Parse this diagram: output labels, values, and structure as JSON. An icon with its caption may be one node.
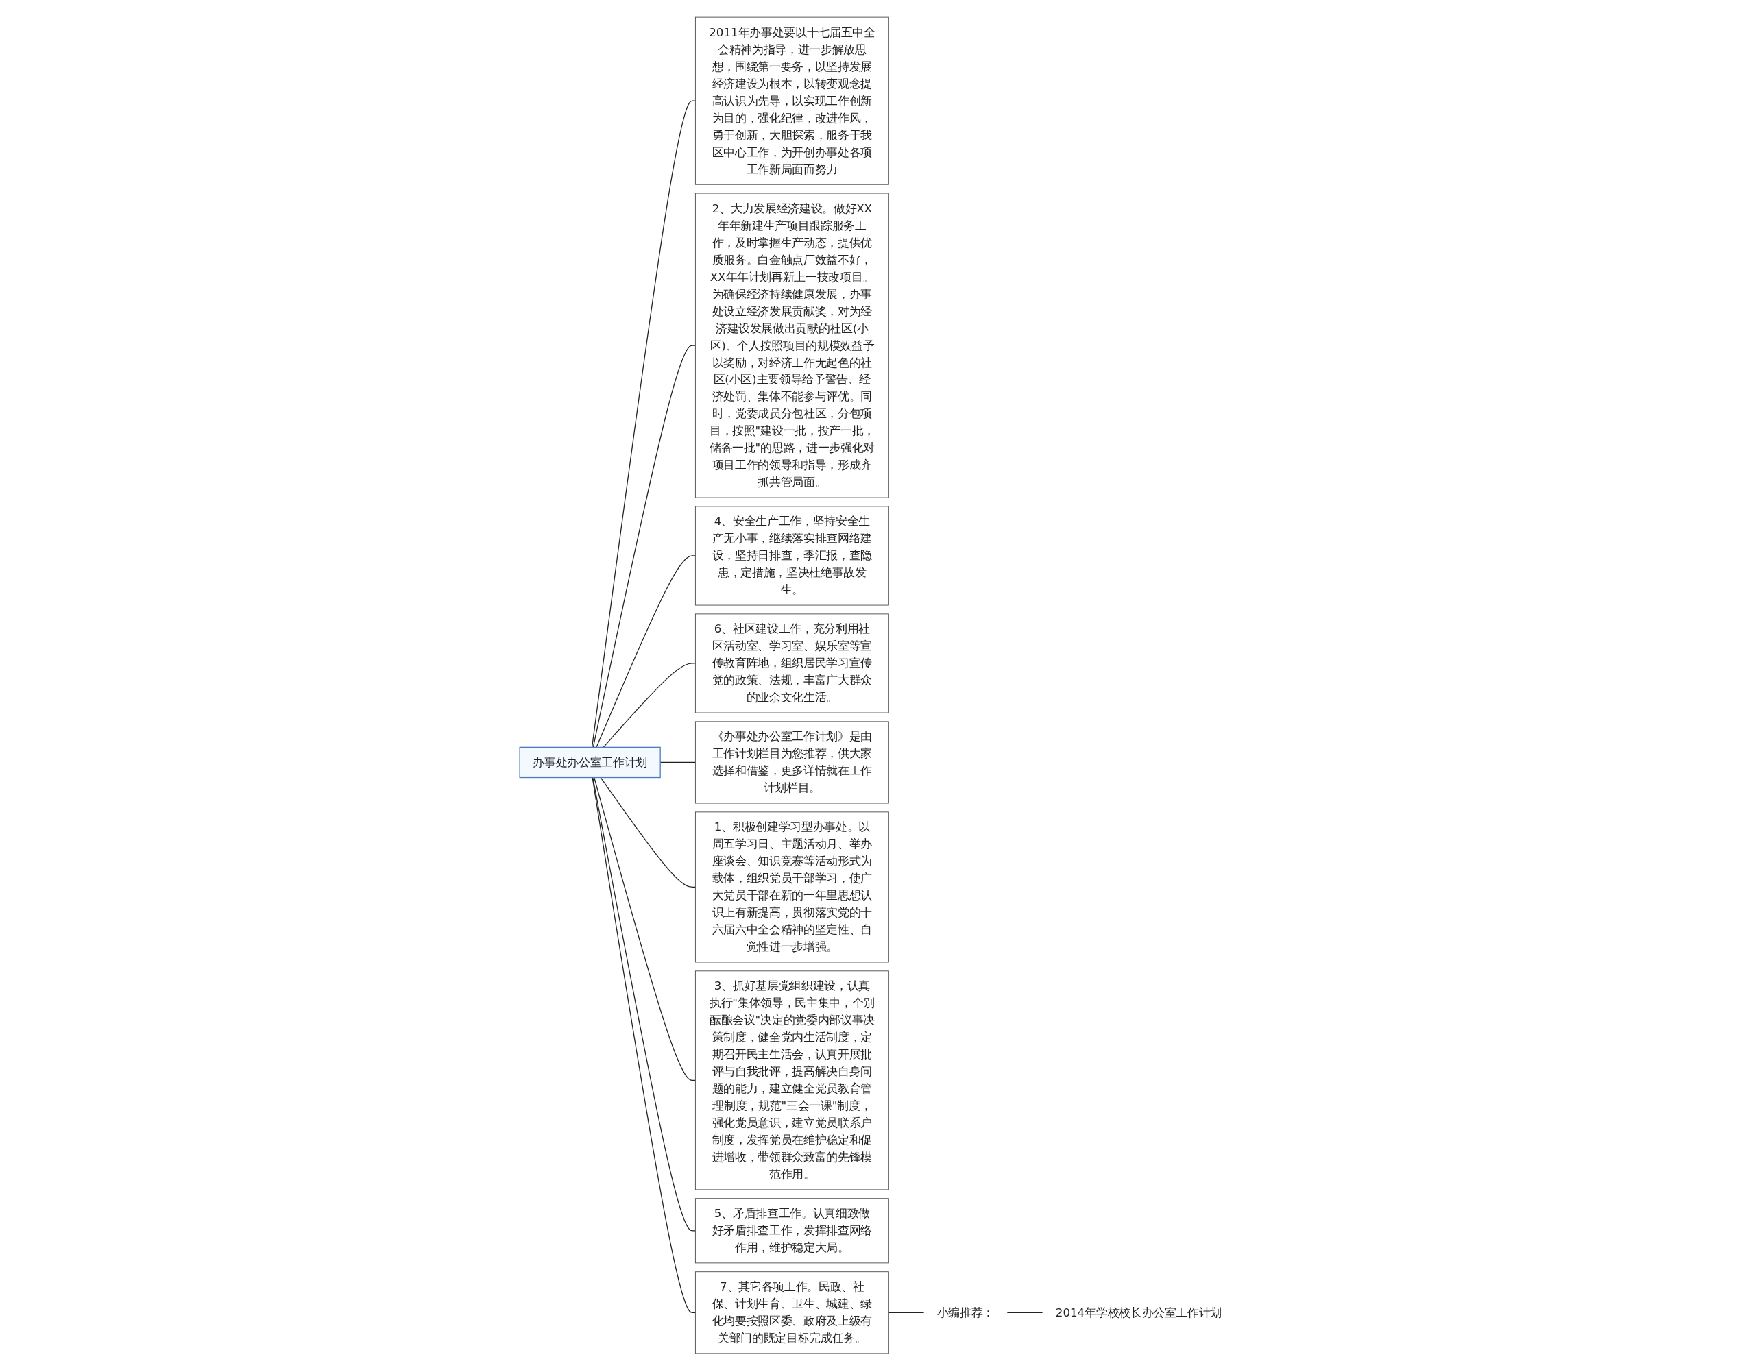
{
  "diagram": {
    "nodes": [
      {
        "text": [
          "办事处办公室工作计划"
        ]
      },
      {
        "text": [
          "2011年办事处要以十七届五中全会精神为指导，进一步解放思想，围绕第一要务，以坚持发展经济建设为根本，以转变观念提高认识为先导，以实现工作创新为目的，强化纪律，改进作风，勇于创新，大胆探索，服务于我区中心工作，为开创办事处各项工作新局面而努力"
        ]
      },
      {
        "text": [
          "2、大力发展经济建设。做好XX年年新建生产项目跟踪服务工作，及时掌握生产动态，提供优质服务。白金触点厂效益不好，XX年年计划再新上一技改项目。为确保经济持续健康发展，办事处设立经济发展贡献奖，对为经济建设发展做出贡献的社区(小区)、个人按照项目的规模效益予以奖励，对经济工作无起色的社区(小区)主要领导给予警告、经济处罚、集体不能参与评优。同时，党委成员分包社区，分包项目，按照\"建设一批，投产一批，储备一批\"的思路，进一步强化对项目工作的领导和指导，形成齐抓共管局面。"
        ]
      },
      {
        "text": [
          "4、安全生产工作，坚持安全生产无小事，继续落实排查网络建设，坚持日排查，季汇报，查隐患，定措施，坚决杜绝事故发生。"
        ]
      },
      {
        "text": [
          "6、社区建设工作，充分利用社区活动室、学习室、娱乐室等宣传教育阵地，组织居民学习宣传党的政策、法规，丰富广大群众的业余文化生活。"
        ]
      },
      {
        "text": [
          "《办事处办公室工作计划》是由工作计划栏目为您推荐，供大家选择和借鉴，更多详情就在工作计划栏目。"
        ]
      },
      {
        "text": [
          "1、积极创建学习型办事处。以周五学习日、主题活动月、举办座谈会、知识竞赛等活动形式为载体，组织党员干部学习，使广大党员干部在新的一年里思想认识上有新提高，贯彻落实党的十六届六中全会精神的坚定性、自觉性进一步增强。"
        ]
      },
      {
        "text": [
          "3、抓好基层党组织建设，认真执行\"集体领导，民主集中，个别酝酿会议\"决定的党委内部议事决策制度，健全党内生活制度，定期召开民主生活会，认真开展批评与自我批评，提高解决自身问题的能力，建立健全党员教育管理制度，规范\"三会一课\"制度，强化党员意识，建立党员联系户制度，发挥党员在维护稳定和促进增收，带领群众致富的先锋模范作用。"
        ]
      },
      {
        "text": [
          "5、矛盾排查工作。认真细致做好矛盾排查工作，发挥排查网络作用，维护稳定大局。"
        ]
      },
      {
        "text": [
          "7、其它各项工作。民政、社保、计划生育、卫生、城建、绿化均要按照区委、政府及上级有关部门的既定目标完成任务。"
        ]
      },
      {
        "text": [
          "小编推荐："
        ]
      },
      {
        "text": [
          "2014年学校校长办公室工作计划"
        ]
      }
    ],
    "edges": [
      {
        "from": 0,
        "to": 1,
        "arrow": "none"
      },
      {
        "from": 0,
        "to": 2,
        "arrow": "none"
      },
      {
        "from": 0,
        "to": 3,
        "arrow": "none"
      },
      {
        "from": 0,
        "to": 4,
        "arrow": "none"
      },
      {
        "from": 0,
        "to": 5,
        "arrow": "none"
      },
      {
        "from": 0,
        "to": 6,
        "arrow": "none"
      },
      {
        "from": 0,
        "to": 7,
        "arrow": "none"
      },
      {
        "from": 0,
        "to": 8,
        "arrow": "none"
      },
      {
        "from": 0,
        "to": 9,
        "arrow": "none"
      },
      {
        "from": 9,
        "to": 10,
        "arrow": "none"
      },
      {
        "from": 10,
        "to": 11,
        "arrow": "none"
      }
    ]
  }
}
